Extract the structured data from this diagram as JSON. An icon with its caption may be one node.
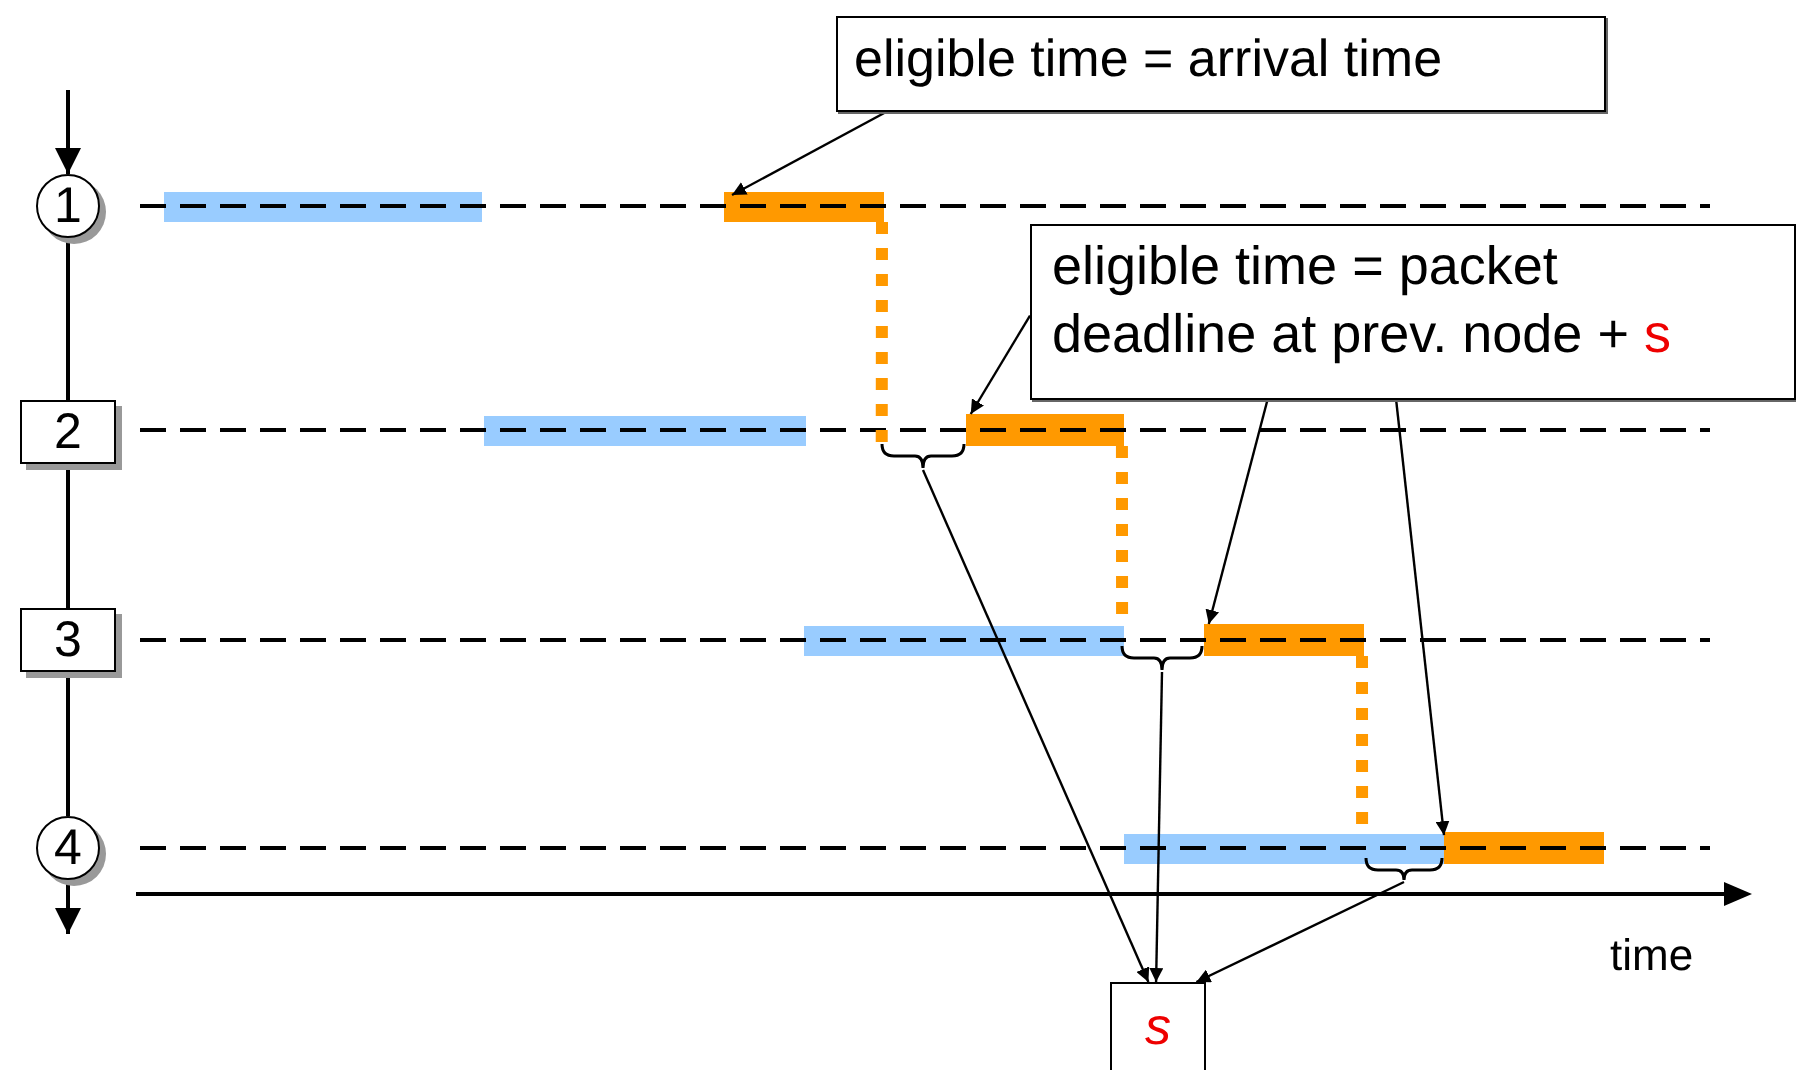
{
  "diagram": {
    "nodes": [
      {
        "text": [
          "1"
        ]
      },
      {
        "text": [
          "2"
        ]
      },
      {
        "text": [
          "3"
        ]
      },
      {
        "text": [
          "4"
        ]
      },
      {
        "text": [
          "eligible time = arrival time"
        ]
      },
      {
        "text": [
          "eligible time = packet deadline at prev. node +",
          "s"
        ]
      },
      {
        "text": [
          "s"
        ]
      },
      {
        "text": [],
        "shape": "bar"
      },
      {
        "text": [],
        "shape": "bar"
      },
      {
        "text": [],
        "shape": "bar"
      },
      {
        "text": [],
        "shape": "bar"
      },
      {
        "text": [],
        "shape": "bar"
      },
      {
        "text": [],
        "shape": "bar"
      },
      {
        "text": [],
        "shape": "bar"
      },
      {
        "text": [],
        "shape": "bar"
      },
      {
        "text": [],
        "shape": "brace"
      },
      {
        "text": [],
        "shape": "brace"
      },
      {
        "text": [],
        "shape": "brace"
      }
    ],
    "edges": [
      {
        "from": null,
        "to": 0,
        "arrow": "to"
      },
      {
        "from": 0,
        "to": 1,
        "arrow": "none"
      },
      {
        "from": 1,
        "to": 2,
        "arrow": "none"
      },
      {
        "from": 2,
        "to": 3,
        "arrow": "none"
      },
      {
        "from": 3,
        "to": null,
        "arrow": "to"
      },
      {
        "from": 4,
        "to": 8,
        "arrow": "to"
      },
      {
        "from": 5,
        "to": 10,
        "arrow": "to"
      },
      {
        "from": 5,
        "to": 12,
        "arrow": "to"
      },
      {
        "from": 5,
        "to": 14,
        "arrow": "to"
      },
      {
        "from": 15,
        "to": 6,
        "arrow": "to"
      },
      {
        "from": 16,
        "to": 6,
        "arrow": "to"
      },
      {
        "from": 17,
        "to": 6,
        "arrow": "to"
      },
      {
        "from": 8,
        "to": 15,
        "arrow": "none",
        "style": "dashed",
        "color": "#ff9900"
      },
      {
        "from": 10,
        "to": 11,
        "arrow": "none",
        "style": "dashed",
        "color": "#ff9900"
      },
      {
        "from": 12,
        "to": 13,
        "arrow": "none",
        "style": "dashed",
        "color": "#ff9900"
      }
    ],
    "labels": [
      "time"
    ]
  }
}
